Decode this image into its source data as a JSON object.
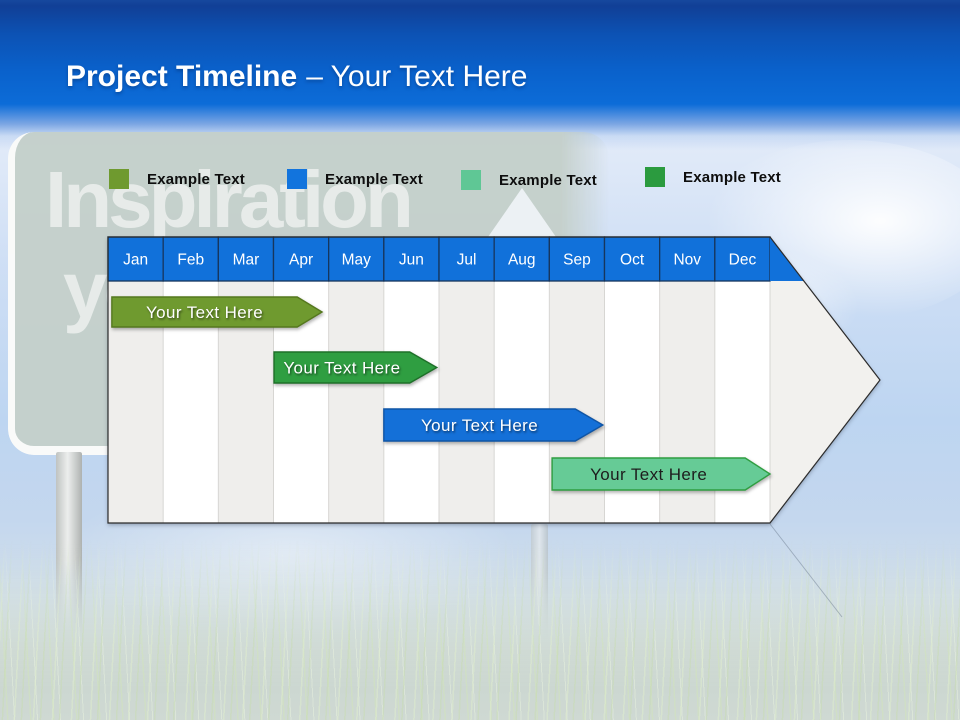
{
  "title": {
    "primary": "Project Timeline",
    "secondary": "– Your Text Here"
  },
  "legend": {
    "items": [
      {
        "label": "Example Text",
        "color": "#6f9a2f"
      },
      {
        "label": "Example Text",
        "color": "#1274dd"
      },
      {
        "label": "Example Text",
        "color": "#5fc795"
      },
      {
        "label": "Example Text",
        "color": "#2b9b3f"
      }
    ]
  },
  "background": {
    "sign_text": "Inspiration",
    "sign_text_line2": "you"
  },
  "chart_data": {
    "type": "gantt",
    "title": "Project Timeline",
    "categories": [
      "Jan",
      "Feb",
      "Mar",
      "Apr",
      "May",
      "Jun",
      "Jul",
      "Aug",
      "Sep",
      "Oct",
      "Nov",
      "Dec"
    ],
    "header_color": "#1171da",
    "header_text_color": "#ffffff",
    "body_colors": [
      "#efeeec",
      "#ffffff"
    ],
    "bars": [
      {
        "label": "Your Text Here",
        "fill": "#6f9a2f",
        "stroke": "#55781e",
        "text_color": "#ffffff",
        "start_month": 0.07,
        "end_month": 3.43,
        "tip_month": 3.88,
        "row": 0
      },
      {
        "label": "Your Text Here",
        "fill": "#2f9e41",
        "stroke": "#1e7029",
        "text_color": "#ffffff",
        "start_month": 3.01,
        "end_month": 5.47,
        "tip_month": 5.96,
        "row": 1
      },
      {
        "label": "Your Text Here",
        "fill": "#1470d8",
        "stroke": "#0f55a6",
        "text_color": "#ffffff",
        "start_month": 5.0,
        "end_month": 8.47,
        "tip_month": 8.97,
        "row": 2
      },
      {
        "label": "Your Text Here",
        "fill": "#66cb96",
        "stroke": "#2f9e41",
        "text_color": "#1d1d1d",
        "start_month": 8.05,
        "end_month": 11.55,
        "tip_month": 12.0,
        "row": 3
      }
    ]
  }
}
